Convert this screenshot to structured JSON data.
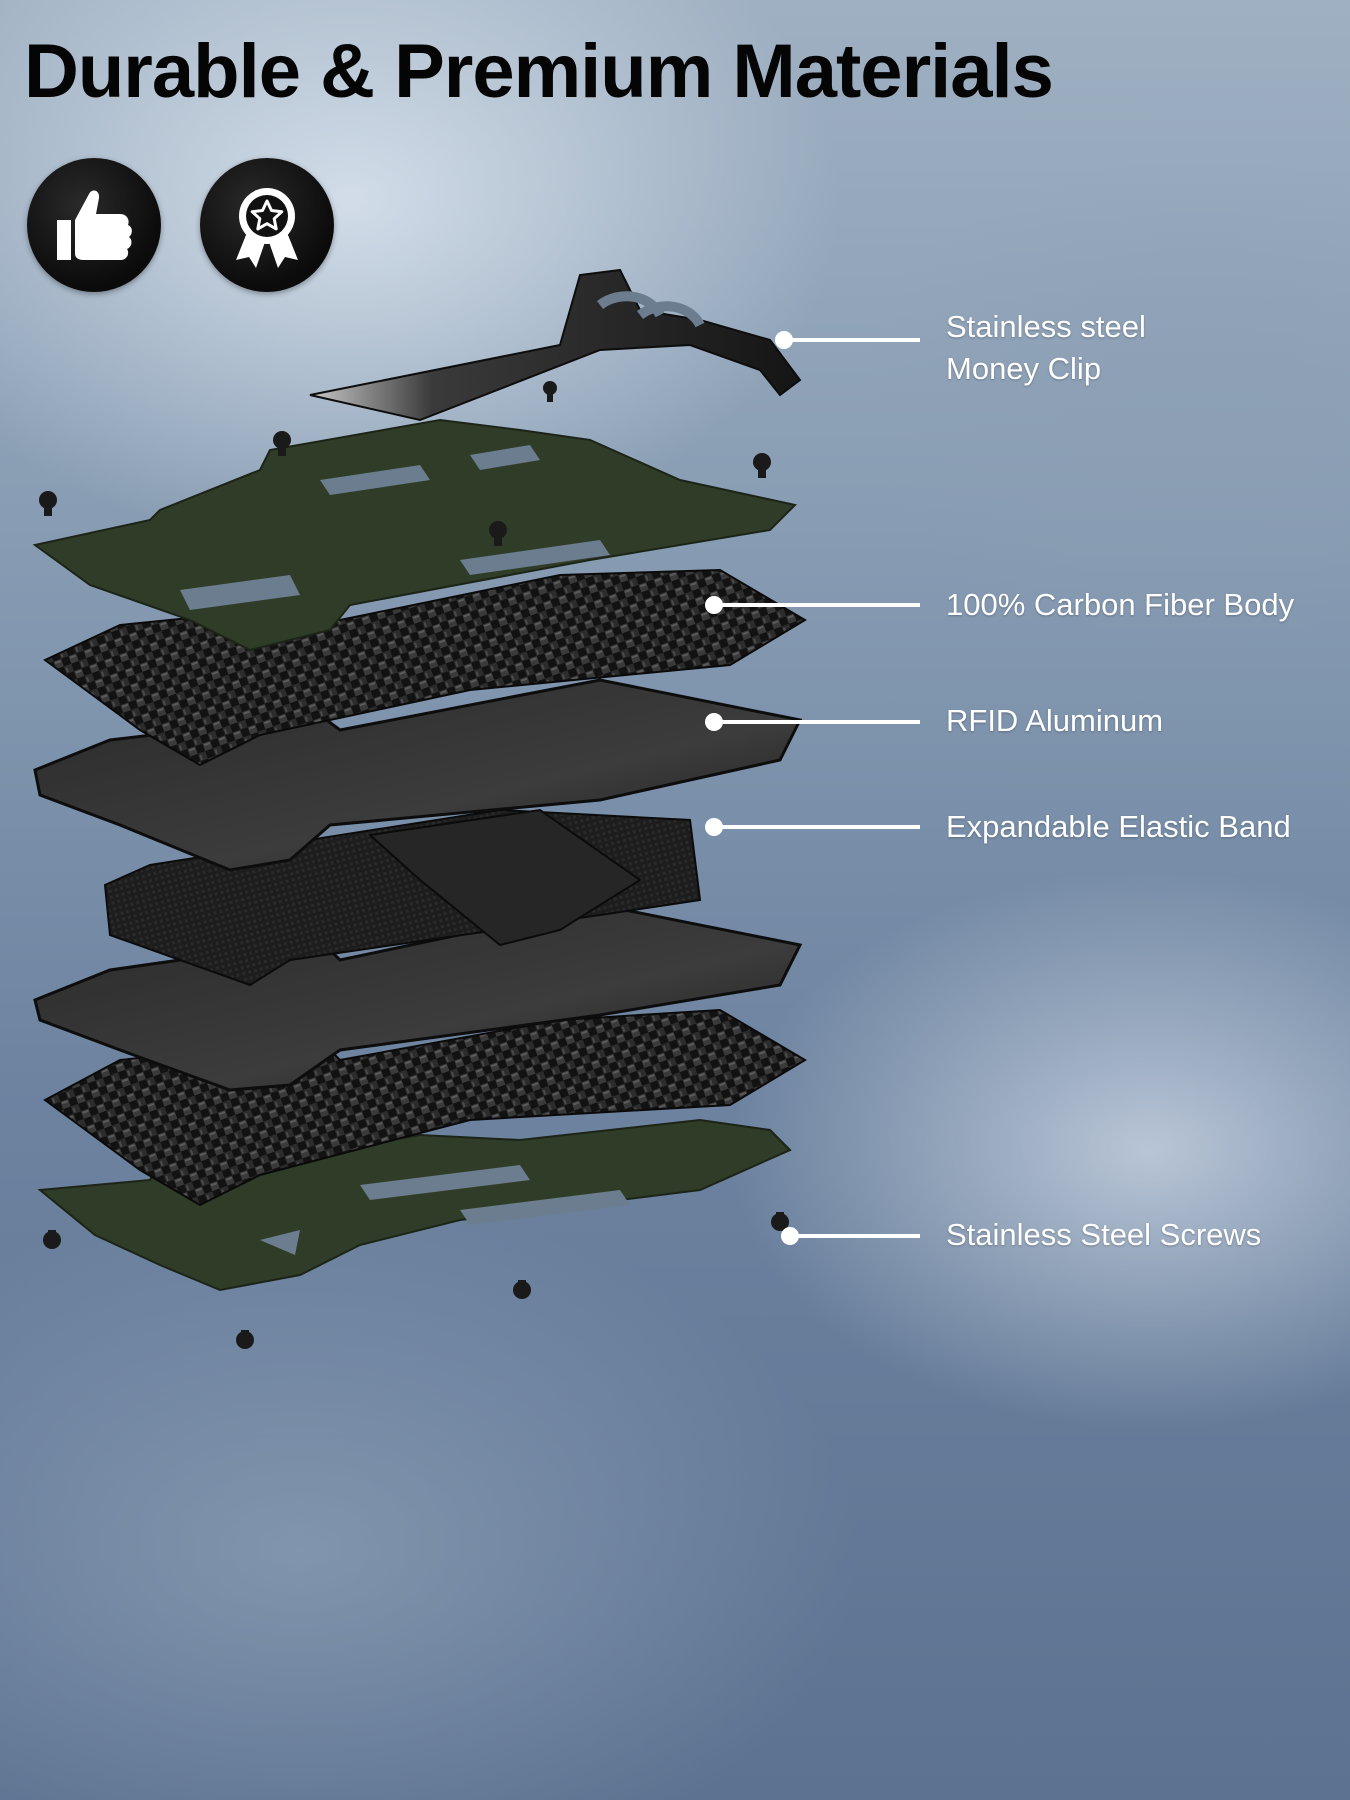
{
  "headline": "Durable & Premium Materials",
  "badges": [
    {
      "icon": "thumbs-up-icon"
    },
    {
      "icon": "award-medal-icon"
    }
  ],
  "components": [
    {
      "lines": [
        "Stainless steel",
        "Money Clip"
      ]
    },
    {
      "lines": [
        "100% Carbon Fiber Body"
      ]
    },
    {
      "lines": [
        "RFID Aluminum"
      ]
    },
    {
      "lines": [
        "Expandable Elastic Band"
      ]
    },
    {
      "lines": [
        "Stainless Steel Screws"
      ]
    }
  ],
  "colors": {
    "plate_green": "#2f3d28",
    "carbon_fiber": "#151515",
    "aluminum": "#1e1e1e",
    "elastic": "#222222",
    "callout_white": "#ffffff",
    "headline": "#050505"
  }
}
